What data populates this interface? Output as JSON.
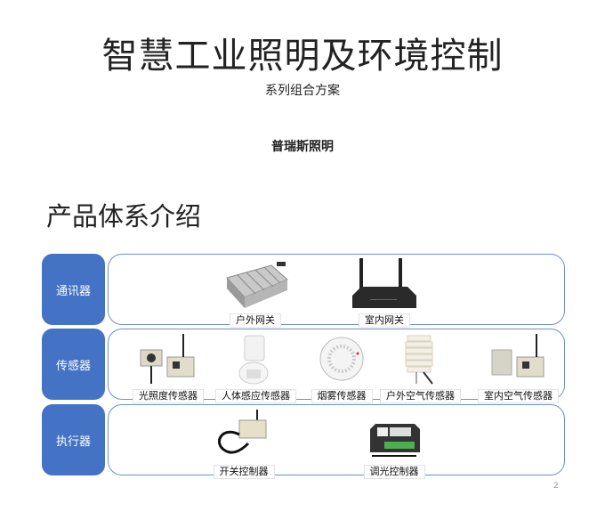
{
  "title": "智慧工业照明及环境控制",
  "subtitle": "系列组合方案",
  "brand": "普瑞斯照明",
  "section_title": "产品体系介绍",
  "categories": [
    {
      "label": "通讯器",
      "items": [
        {
          "label": "户外网关",
          "icon": "outdoor-gateway"
        },
        {
          "label": "室内网关",
          "icon": "indoor-gateway"
        }
      ]
    },
    {
      "label": "传感器",
      "items": [
        {
          "label": "光照度传感器",
          "icon": "light-sensor"
        },
        {
          "label": "人体感应传感器",
          "icon": "motion-sensor"
        },
        {
          "label": "烟雾传感器",
          "icon": "smoke-sensor"
        },
        {
          "label": "户外空气传感器",
          "icon": "outdoor-air-sensor"
        },
        {
          "label": "室内空气传感器",
          "icon": "indoor-air-sensor"
        }
      ]
    },
    {
      "label": "执行器",
      "items": [
        {
          "label": "开关控制器",
          "icon": "switch-controller"
        },
        {
          "label": "调光控制器",
          "icon": "dimming-controller"
        }
      ]
    }
  ],
  "page_number": "2",
  "colors": {
    "category_bg": "#4472c4",
    "panel_border": "#6f8fcf"
  }
}
